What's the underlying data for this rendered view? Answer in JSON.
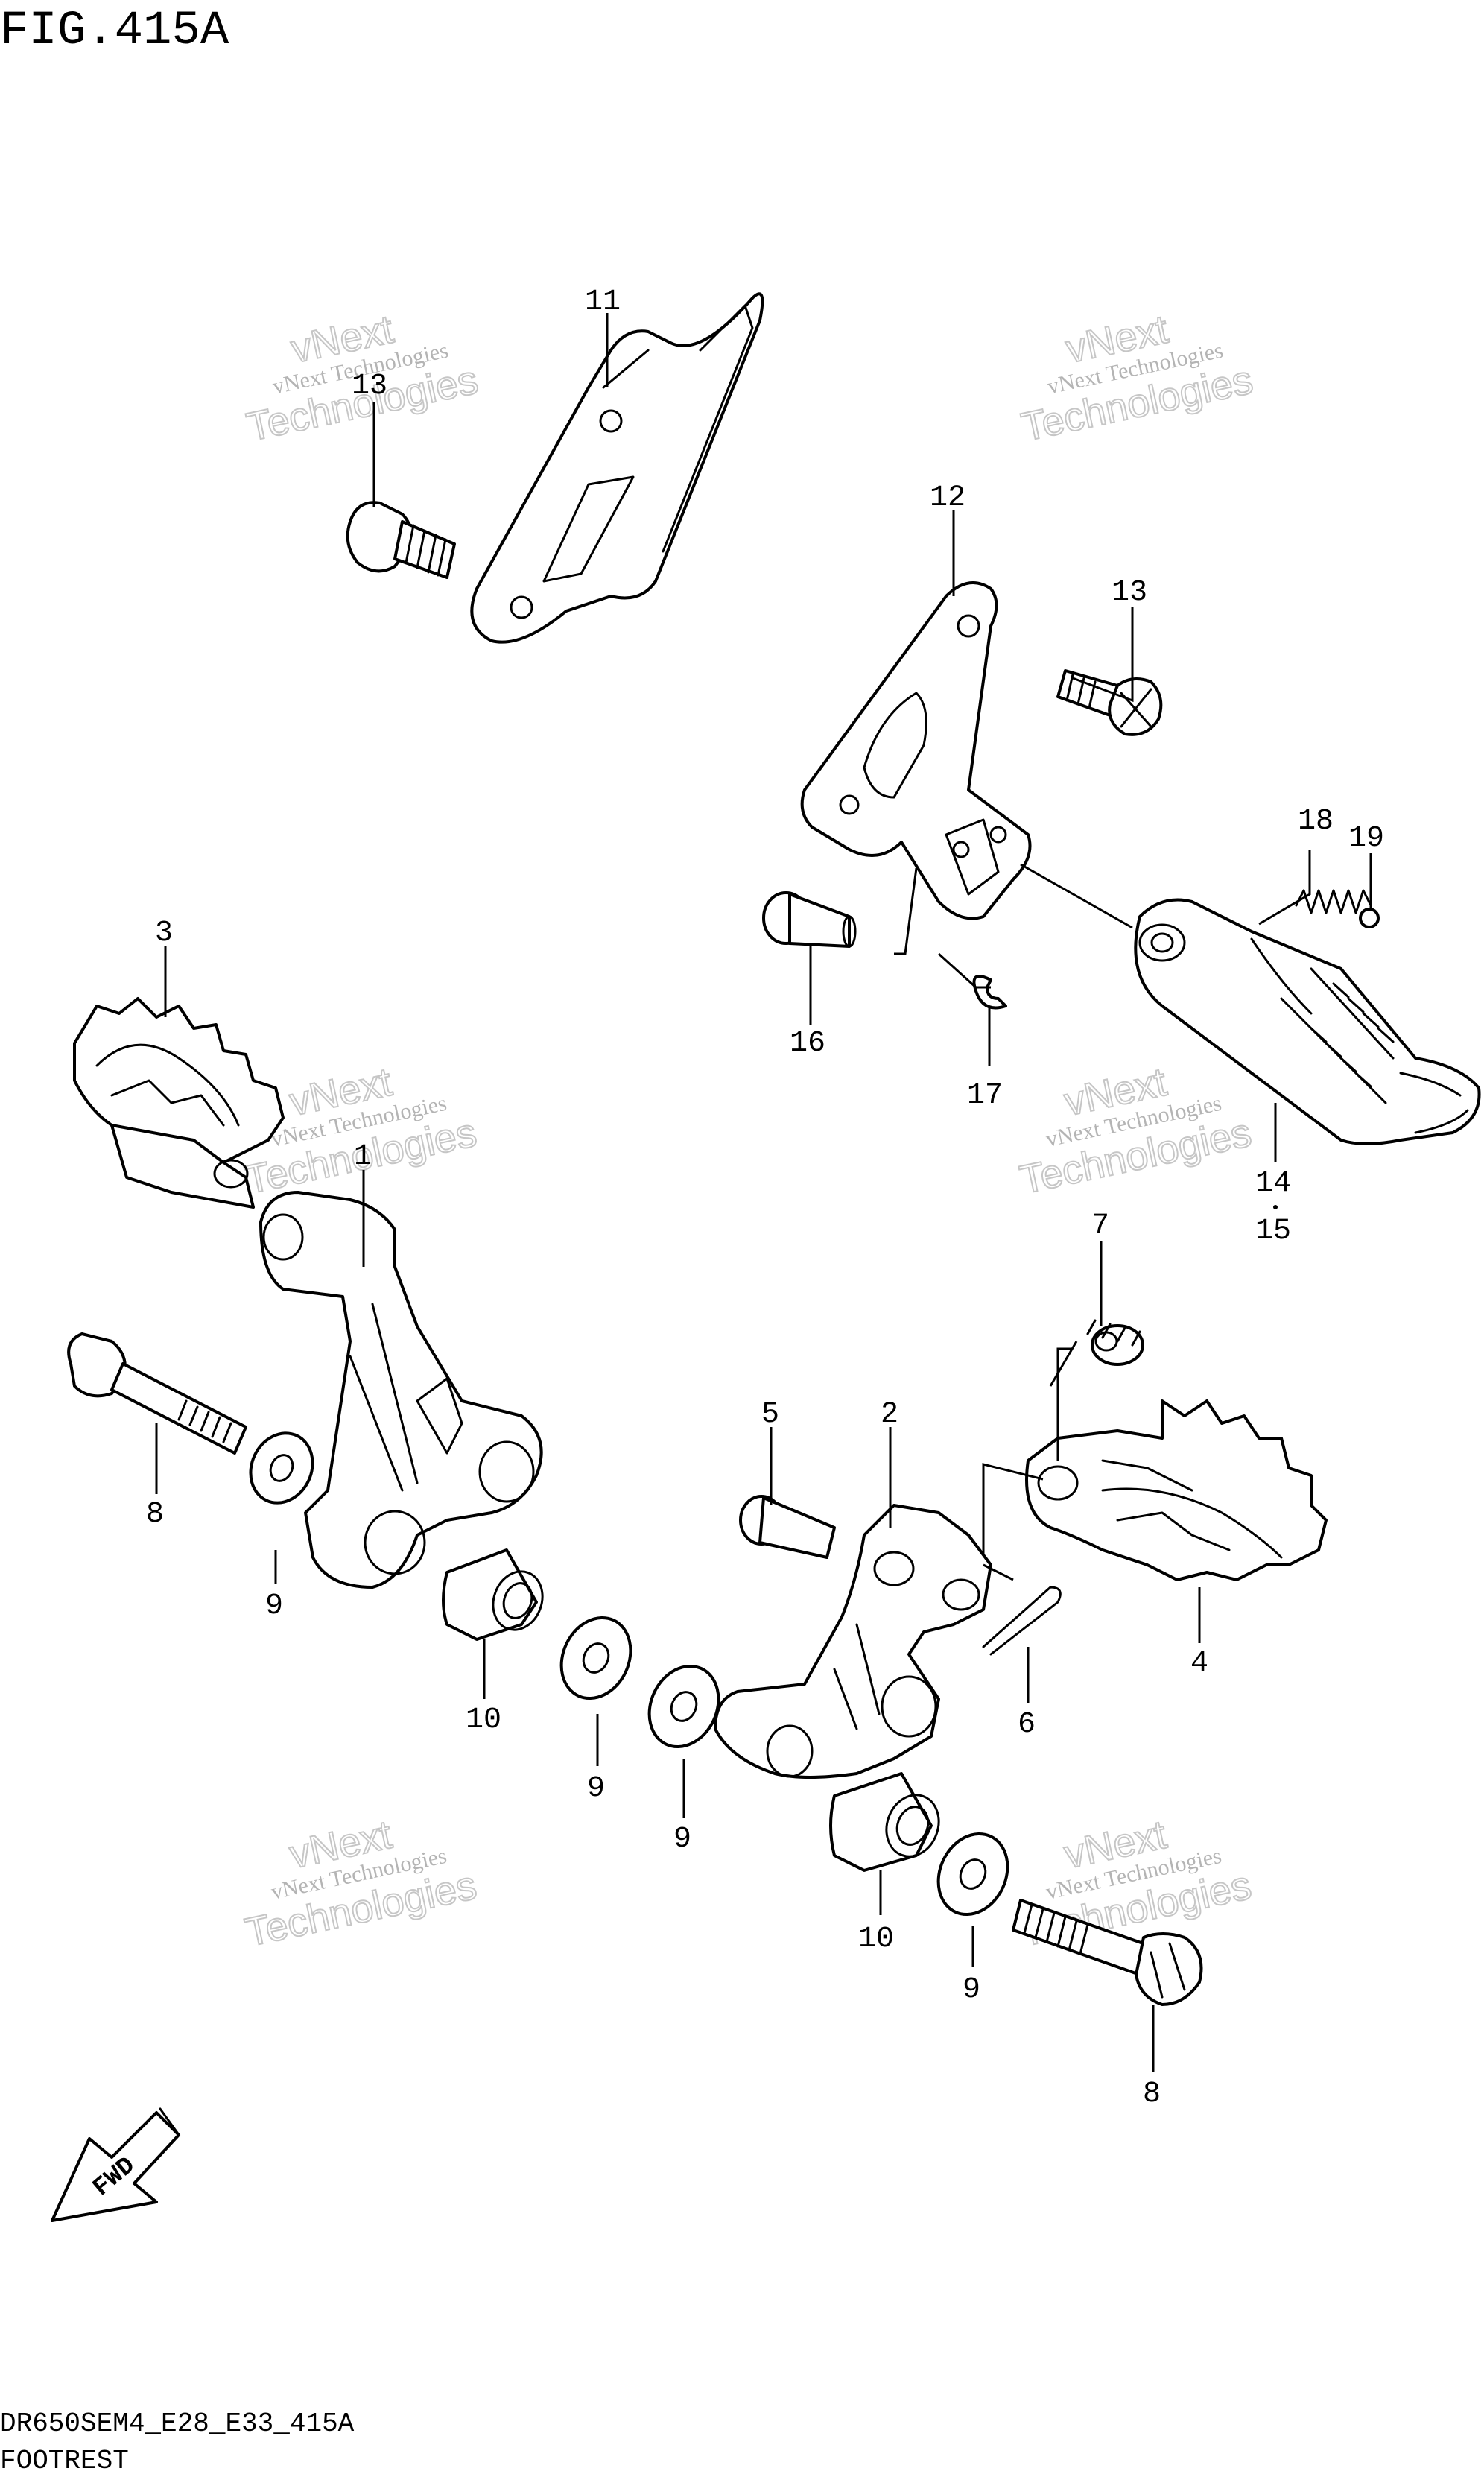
{
  "header": {
    "figure_label": "FIG.415A"
  },
  "footer": {
    "model_code": "DR650SEM4_E28_E33_415A",
    "section_title": "FOOTREST"
  },
  "watermark": {
    "line1": "vNext Technologies",
    "line2": "vNext",
    "line3": "Technologies"
  },
  "fwd_badge": {
    "text": "FWD"
  },
  "callouts": [
    {
      "id": "c11",
      "text": "11"
    },
    {
      "id": "c13a",
      "text": "13"
    },
    {
      "id": "c12",
      "text": "12"
    },
    {
      "id": "c13b",
      "text": "13"
    },
    {
      "id": "c18",
      "text": "18"
    },
    {
      "id": "c19",
      "text": "19"
    },
    {
      "id": "c3",
      "text": "3"
    },
    {
      "id": "c16",
      "text": "16"
    },
    {
      "id": "c17",
      "text": "17"
    },
    {
      "id": "c1",
      "text": "1"
    },
    {
      "id": "c14",
      "text": "14"
    },
    {
      "id": "c15",
      "text": "15"
    },
    {
      "id": "c7",
      "text": "7"
    },
    {
      "id": "c8a",
      "text": "8"
    },
    {
      "id": "c5",
      "text": "5"
    },
    {
      "id": "c2",
      "text": "2"
    },
    {
      "id": "c9a",
      "text": "9"
    },
    {
      "id": "c4",
      "text": "4"
    },
    {
      "id": "c10a",
      "text": "10"
    },
    {
      "id": "c6",
      "text": "6"
    },
    {
      "id": "c9b",
      "text": "9"
    },
    {
      "id": "c9c",
      "text": "9"
    },
    {
      "id": "c10b",
      "text": "10"
    },
    {
      "id": "c9d",
      "text": "9"
    },
    {
      "id": "c8b",
      "text": "8"
    }
  ]
}
